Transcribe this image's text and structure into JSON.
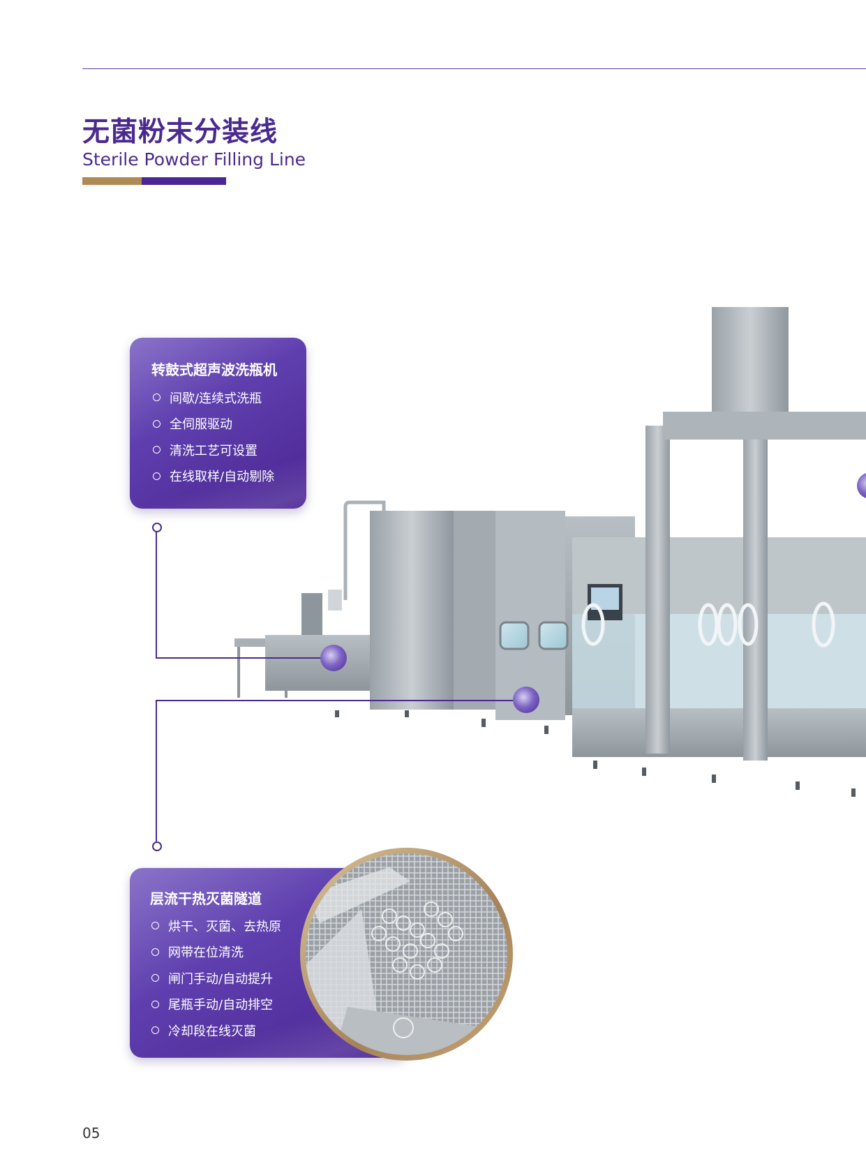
{
  "header": {
    "title_cn": "无菌粉末分装线",
    "title_en": "Sterile Powder Filling Line"
  },
  "card_washer": {
    "title": "转鼓式超声波洗瓶机",
    "items": [
      "间歇/连续式洗瓶",
      "全伺服驱动",
      "清洗工艺可设置",
      "在线取样/自动剔除"
    ]
  },
  "card_tunnel": {
    "title": "层流干热灭菌隧道",
    "items": [
      "烘干、灭菌、去热原",
      "网带在位清洗",
      "闸门手动/自动提升",
      "尾瓶手动/自动排空",
      "冷却段在线灭菌"
    ]
  },
  "footer": {
    "page_number": "05"
  },
  "colors": {
    "primary": "#4a2a8f",
    "gold": "#b08a55"
  }
}
